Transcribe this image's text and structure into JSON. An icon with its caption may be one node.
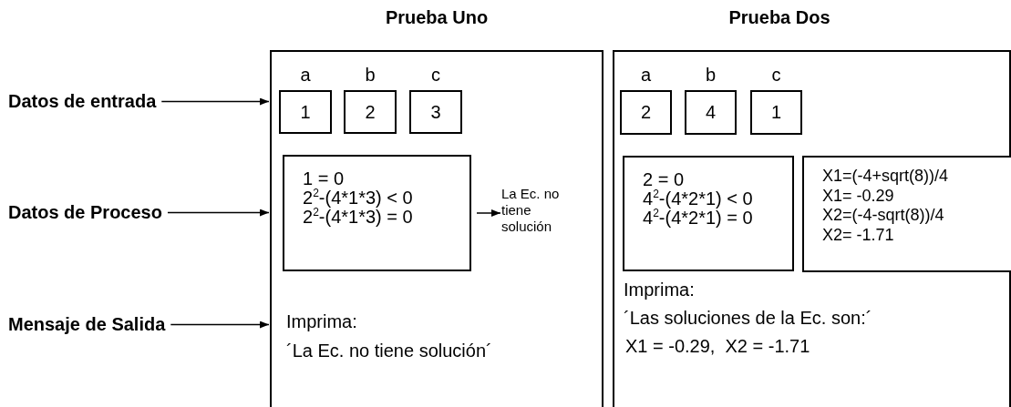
{
  "diagram": {
    "nodes": [
      {
        "text": [
          "Datos de entrada"
        ]
      },
      {
        "text": [
          "Datos de Proceso"
        ]
      },
      {
        "text": [
          "Mensaje de Salida"
        ]
      },
      {
        "text": [
          "Prueba Uno"
        ]
      },
      {
        "text": [
          "1"
        ],
        "in": 3,
        "beside": [
          "a"
        ]
      },
      {
        "text": [
          "2"
        ],
        "in": 3,
        "beside": [
          "b"
        ]
      },
      {
        "text": [
          "3"
        ],
        "in": 3,
        "beside": [
          "c"
        ]
      },
      {
        "text": [
          "1 = 0",
          "2$^{2}$-(4*1*3) < 0",
          "2$^{2}$-(4*1*3) = 0"
        ],
        "in": 3
      },
      {
        "text": [
          "La Ec. no tiene solución"
        ],
        "in": 3
      },
      {
        "text": [
          "Prueba Dos"
        ]
      },
      {
        "text": [
          "2"
        ],
        "in": 9,
        "beside": [
          "a"
        ]
      },
      {
        "text": [
          "4"
        ],
        "in": 9,
        "beside": [
          "b"
        ]
      },
      {
        "text": [
          "1"
        ],
        "in": 9,
        "beside": [
          "c"
        ]
      },
      {
        "text": [
          "2 = 0",
          "4$^{2}$-(4*2*1) < 0",
          "4$^{2}$-(4*2*1) = 0"
        ],
        "in": 9
      },
      {
        "text": [
          "X1=(-4+sqrt(8))/4",
          "X1= -0.29",
          "X2=(-4-sqrt(8))/4",
          "X2= -1.71"
        ],
        "in": 9
      }
    ],
    "edges": [
      {
        "from": 0,
        "to": 3,
        "arrow": "to"
      },
      {
        "from": 1,
        "to": 3,
        "arrow": "to"
      },
      {
        "from": 2,
        "to": 3,
        "arrow": "to"
      },
      {
        "from": 7,
        "to": 8,
        "arrow": "to"
      }
    ],
    "labels": [
      "Imprima:",
      "´La Ec. no tiene solución´",
      "Imprima:",
      "´Las soluciones de la Ec. son:´",
      "X1 = -0.29,  X2 = -1.71"
    ]
  }
}
